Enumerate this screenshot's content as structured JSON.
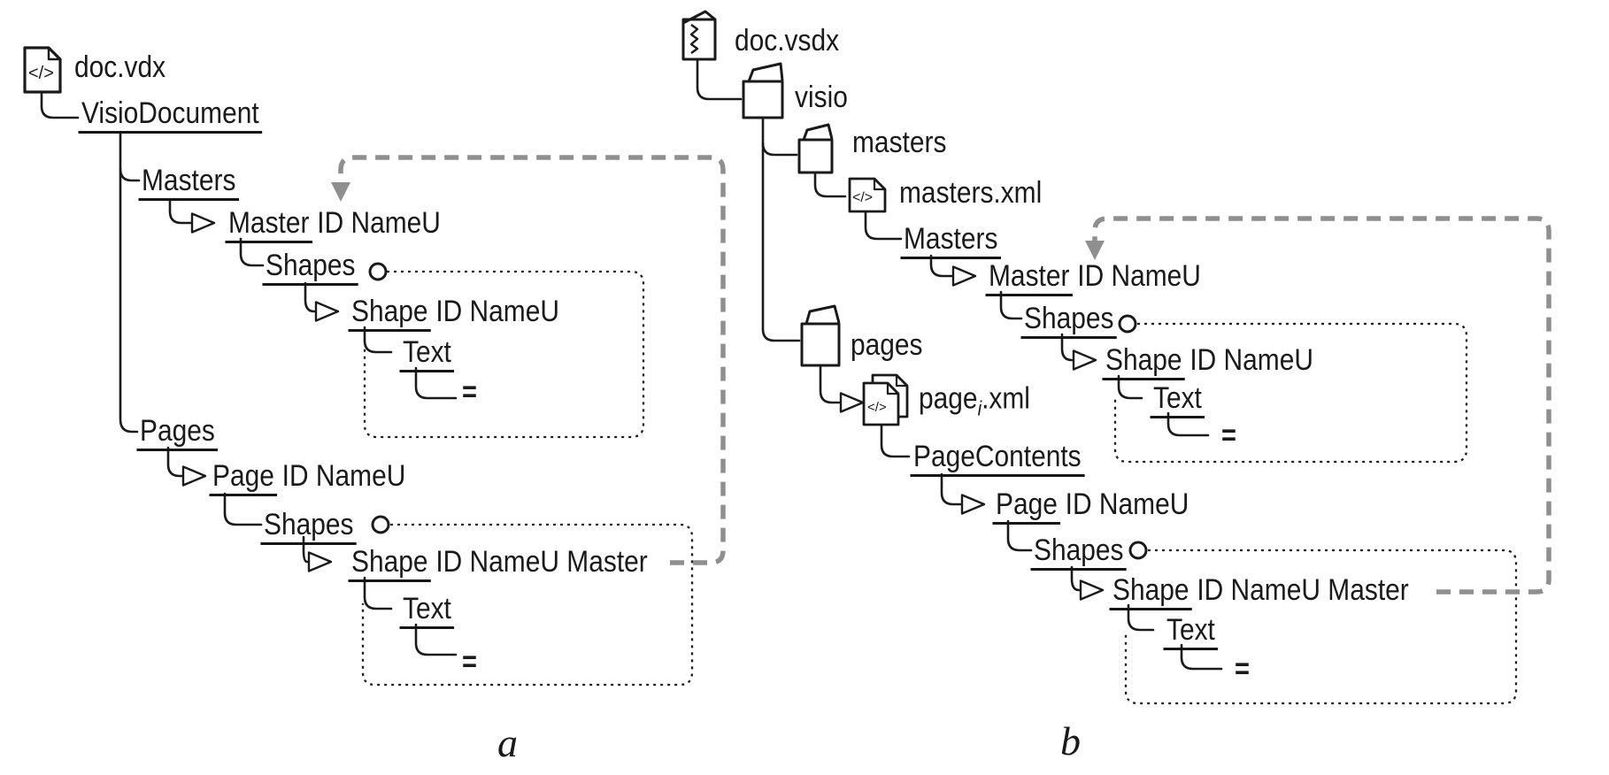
{
  "colors": {
    "line": "#1a1a1a",
    "dotted_box": "#1c1c1c",
    "reference_arrow": "#8f8f8f"
  },
  "icons": {
    "xml_glyph": "</>"
  },
  "panel_a": {
    "caption": "a",
    "file": "doc.vdx",
    "root": "VisioDocument",
    "masters": "Masters",
    "master": {
      "name": "Master",
      "attrs": "ID NameU"
    },
    "master_shapes": "Shapes",
    "master_shape": {
      "name": "Shape",
      "attrs": "ID NameU"
    },
    "master_shape_text": "Text",
    "master_shape_text_value": "=",
    "pages": "Pages",
    "page": {
      "name": "Page",
      "attrs": "ID NameU"
    },
    "page_shapes": "Shapes",
    "page_shape": {
      "name": "Shape",
      "attrs": "ID NameU Master"
    },
    "page_shape_text": "Text",
    "page_shape_text_value": "="
  },
  "panel_b": {
    "caption": "b",
    "file": "doc.vsdx",
    "folders": {
      "visio": "visio",
      "masters": "masters",
      "pages": "pages"
    },
    "files": {
      "masters_xml": "masters.xml",
      "page_xml": {
        "pre": "page",
        "sub": "i",
        "post": ".xml"
      }
    },
    "masters": "Masters",
    "master": {
      "name": "Master",
      "attrs": "ID NameU"
    },
    "master_shapes": "Shapes",
    "master_shape": {
      "name": "Shape",
      "attrs": "ID NameU"
    },
    "master_shape_text": "Text",
    "master_shape_text_value": "=",
    "page_contents": "PageContents",
    "page": {
      "name": "Page",
      "attrs": "ID NameU"
    },
    "page_shapes": "Shapes",
    "page_shape": {
      "name": "Shape",
      "attrs": "ID NameU Master"
    },
    "page_shape_text": "Text",
    "page_shape_text_value": "="
  }
}
